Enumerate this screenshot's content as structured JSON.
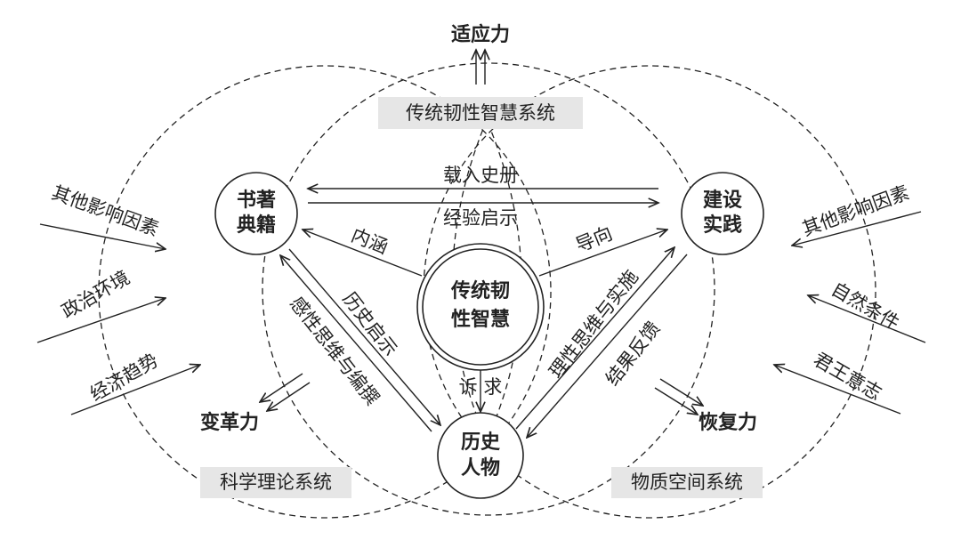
{
  "top_force": "适应力",
  "left_force": "变革力",
  "right_force": "恢复力",
  "systems": {
    "top": "传统韧性智慧系统",
    "left": "科学理论系统",
    "right": "物质空间系统"
  },
  "nodes": {
    "books": [
      "书著",
      "典籍"
    ],
    "practice": [
      "建设",
      "实践"
    ],
    "center": [
      "传统韧",
      "性智慧"
    ],
    "figures": [
      "历史",
      "人物"
    ]
  },
  "links": {
    "record": "载入史册",
    "experience": "经验启示",
    "connotation": "内涵",
    "guidance": "导向",
    "history_insight": "历史启示",
    "perceptual": "感性思维与编撰",
    "rational": "理性思维与实施",
    "feedback": "结果反馈",
    "appeal": "诉  求"
  },
  "left_factors": [
    "其他影响因素",
    "政治环境",
    "经济趋势"
  ],
  "right_factors": [
    "其他影响因素",
    "自然条件",
    "君王意志"
  ]
}
